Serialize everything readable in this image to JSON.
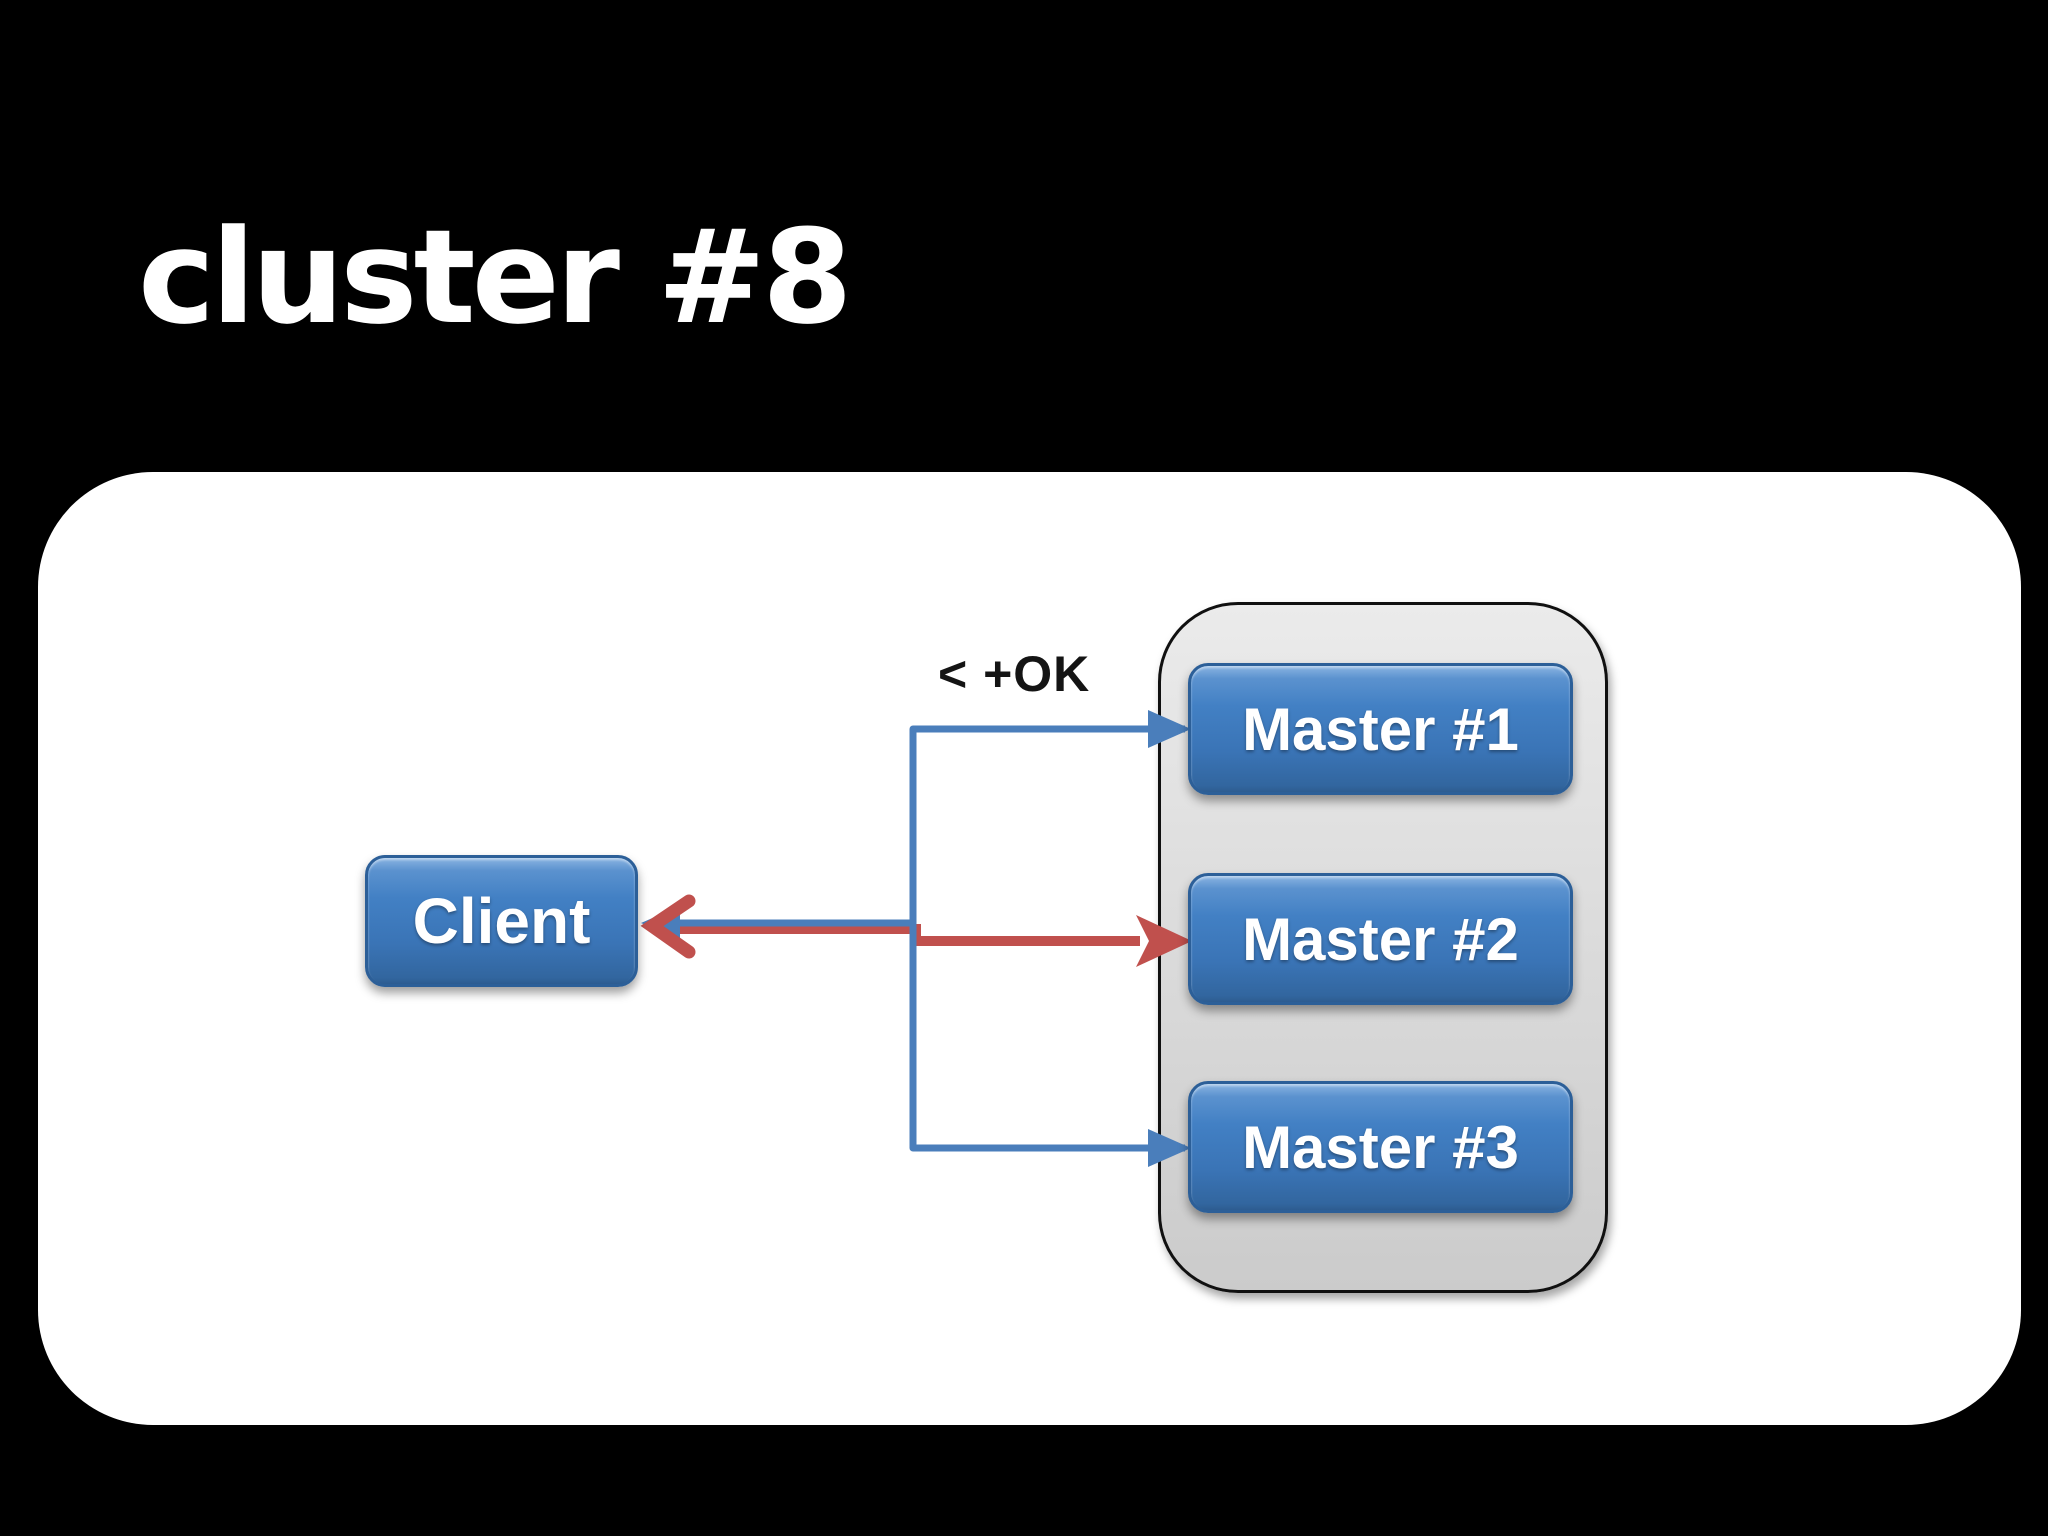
{
  "slide": {
    "title": "cluster #8",
    "background_color": "#000000",
    "panel_color": "#ffffff"
  },
  "diagram": {
    "annotation": "< +OK",
    "client": {
      "label": "Client"
    },
    "cluster": {
      "masters": [
        {
          "label": "Master #1"
        },
        {
          "label": "Master #2"
        },
        {
          "label": "Master #3"
        }
      ]
    },
    "edges": [
      {
        "from": "Client",
        "to": "Master #1",
        "color": "blue"
      },
      {
        "from": "Client",
        "to": "Master #3",
        "color": "blue"
      },
      {
        "from": "Client",
        "to": "Master #2",
        "color": "red"
      },
      {
        "from": "Master #2",
        "to": "Client",
        "color": "red",
        "label": "< +OK"
      }
    ],
    "colors": {
      "connector_blue": "#4a7ebb",
      "connector_red": "#c0504d",
      "node_fill": "#3e79bc",
      "node_border": "#2c5f98",
      "cluster_fill": "#d9d9d9",
      "cluster_border": "#101010"
    }
  }
}
